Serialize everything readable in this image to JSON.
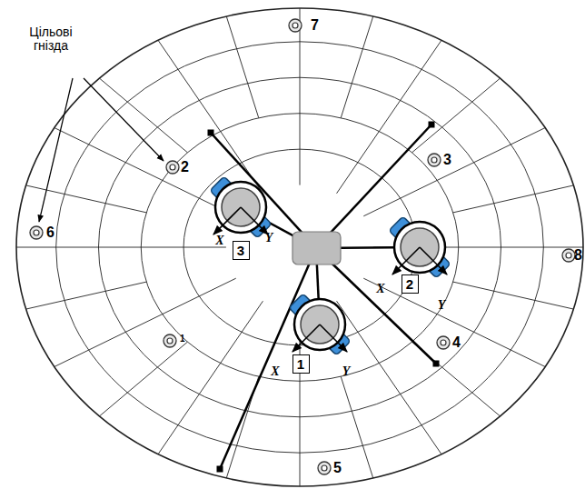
{
  "diagram": {
    "nodes": [
      {
        "text": [
          "2"
        ]
      },
      {
        "text": [
          "3"
        ]
      },
      {
        "text": [
          "1"
        ]
      }
    ],
    "labels": [
      "Цільові гнізда",
      "7",
      "2",
      "3",
      "6",
      "8",
      "1",
      "4",
      "5",
      "X",
      "Y",
      "X",
      "Y",
      "X",
      "Y"
    ]
  }
}
